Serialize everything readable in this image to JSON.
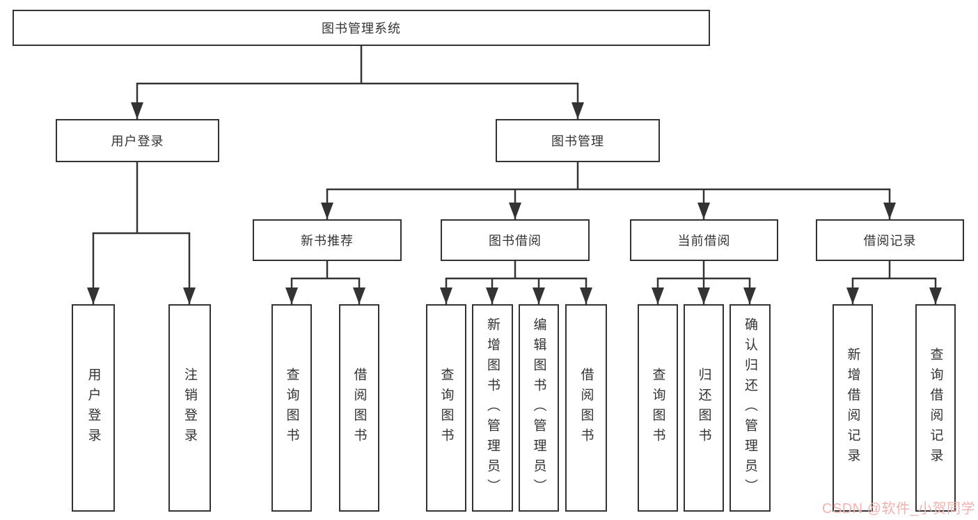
{
  "diagram": {
    "root": {
      "label": "图书管理系统"
    },
    "branches": [
      {
        "label": "用户登录",
        "children": [
          {
            "label": "用户登录"
          },
          {
            "label": "注销登录"
          }
        ]
      },
      {
        "label": "图书管理",
        "children": [
          {
            "label": "新书推荐",
            "children": [
              {
                "label": "查询图书"
              },
              {
                "label": "借阅图书"
              }
            ]
          },
          {
            "label": "图书借阅",
            "children": [
              {
                "label": "查询图书"
              },
              {
                "label": "新增图书（管理员）"
              },
              {
                "label": "编辑图书（管理员）"
              },
              {
                "label": "借阅图书"
              }
            ]
          },
          {
            "label": "当前借阅",
            "children": [
              {
                "label": "查询图书"
              },
              {
                "label": "归还图书"
              },
              {
                "label": "确认归还（管理员）"
              }
            ]
          },
          {
            "label": "借阅记录",
            "children": [
              {
                "label": "新增借阅记录"
              },
              {
                "label": "查询借阅记录"
              }
            ]
          }
        ]
      }
    ]
  },
  "watermark": {
    "text": "CSDN @软件_小贺同学"
  },
  "colors": {
    "line": "#333333",
    "box_border": "#333333",
    "box_fill": "#ffffff",
    "watermark": "#f2b3b0"
  }
}
